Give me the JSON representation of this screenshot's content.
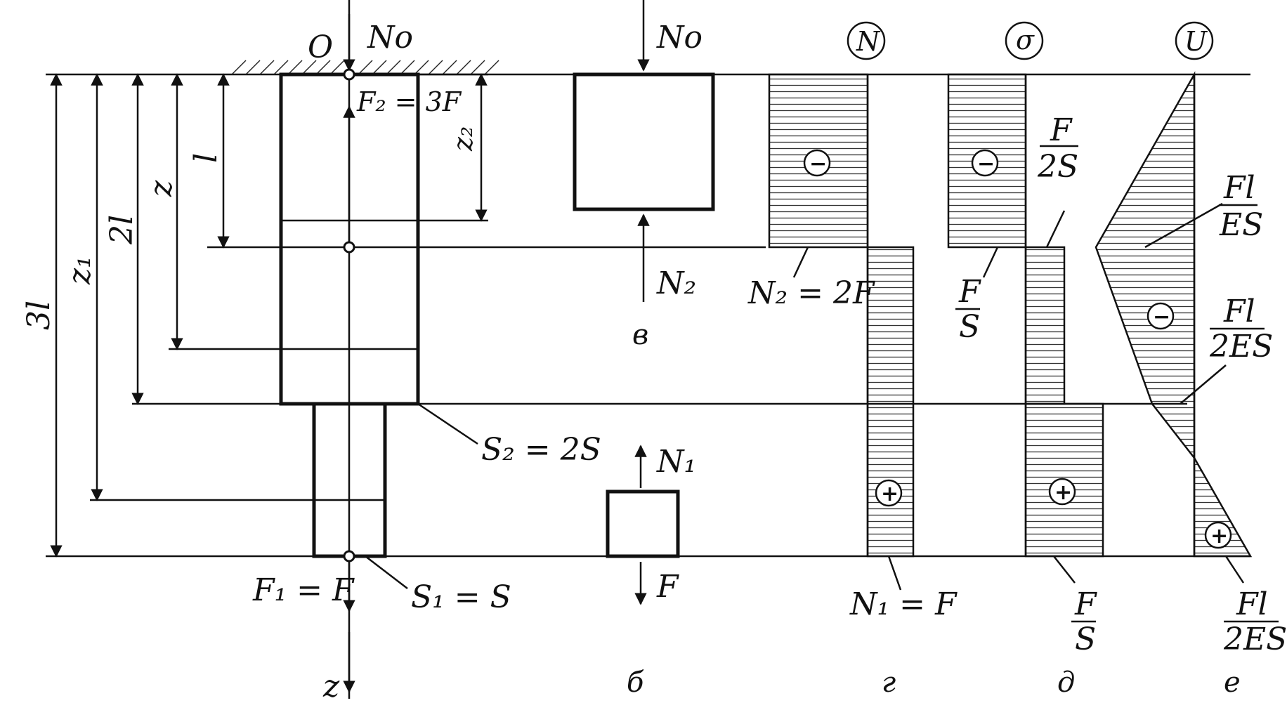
{
  "labels": {
    "origin": "O",
    "N0_a": "No",
    "N0_b": "No",
    "F2": "F₂ = 3F",
    "z2": "z₂",
    "l": "l",
    "z": "z",
    "two_l": "2l",
    "z1": "z₁",
    "three_l": "3l",
    "S2": "S₂ = 2S",
    "F1": "F₁ = F",
    "S1": "S₁ = S",
    "z_axis": "z",
    "N2": "N₂",
    "N1": "N₁",
    "F_small": "F",
    "N2_eq": "N₂ = 2F",
    "N1_eq": "N₁ = F",
    "F_2S_num": "F",
    "F_2S_den": "2S",
    "F_S_num_a": "F",
    "F_S_den_a": "S",
    "F_S_num_b": "F",
    "F_S_den_b": "S",
    "Fl_ES_num": "Fl",
    "Fl_ES_den": "ES",
    "Fl_2ES_num_a": "Fl",
    "Fl_2ES_den_a": "2ES",
    "Fl_2ES_num_b": "Fl",
    "Fl_2ES_den_b": "2ES",
    "circ_N": "N",
    "circ_sigma": "σ",
    "circ_U": "U",
    "minus": "−",
    "plus": "+",
    "cap_b": "б",
    "cap_v": "в",
    "cap_g": "г",
    "cap_d": "д",
    "cap_e": "е"
  }
}
